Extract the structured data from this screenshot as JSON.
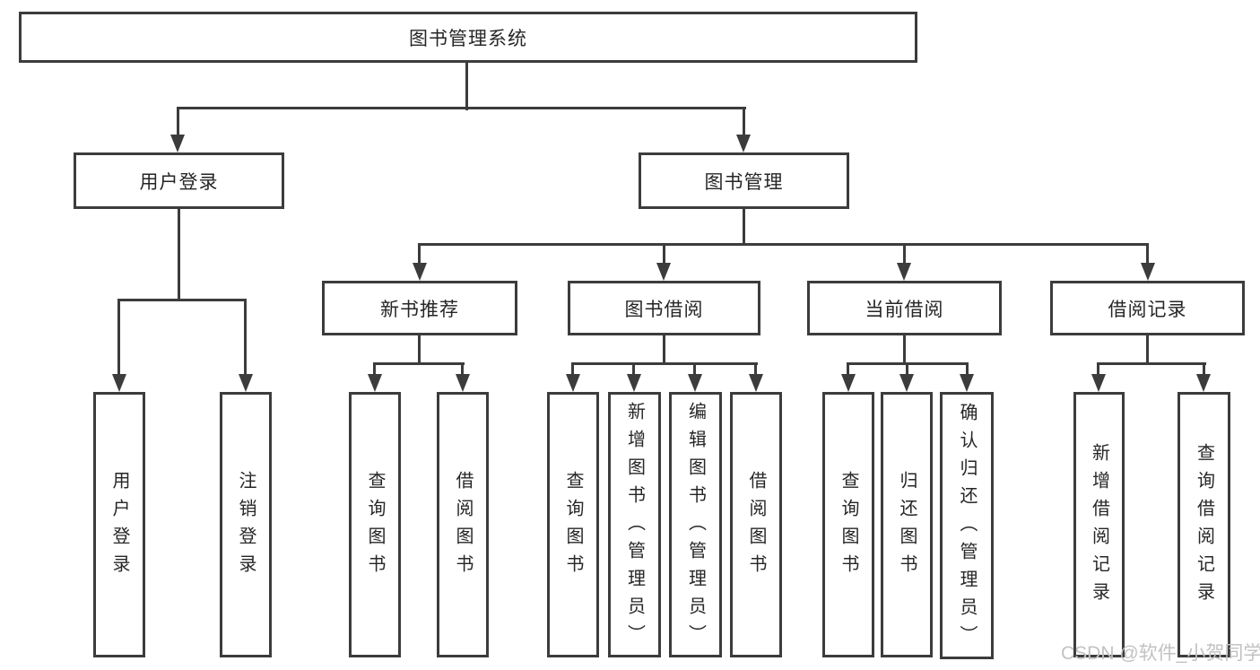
{
  "diagram": {
    "root": {
      "label": "图书管理系统"
    },
    "children": [
      {
        "label": "用户登录",
        "children": [
          {
            "label": "用户登录"
          },
          {
            "label": "注销登录"
          }
        ]
      },
      {
        "label": "图书管理",
        "children": [
          {
            "label": "新书推荐",
            "children": [
              {
                "label": "查询图书"
              },
              {
                "label": "借阅图书"
              }
            ]
          },
          {
            "label": "图书借阅",
            "children": [
              {
                "label": "查询图书"
              },
              {
                "label": "新增图书（管理员）"
              },
              {
                "label": "编辑图书（管理员）"
              },
              {
                "label": "借阅图书"
              }
            ]
          },
          {
            "label": "当前借阅",
            "children": [
              {
                "label": "查询图书"
              },
              {
                "label": "归还图书"
              },
              {
                "label": "确认归还（管理员）"
              }
            ]
          },
          {
            "label": "借阅记录",
            "children": [
              {
                "label": "新增借阅记录"
              },
              {
                "label": "查询借阅记录"
              }
            ]
          }
        ]
      }
    ]
  },
  "watermark": {
    "text": "CSDN @软件_小贺同学"
  },
  "colors": {
    "line": "#3c3c3c",
    "text": "#262626",
    "background": "#ffffff",
    "watermark": "#c2c2c2"
  }
}
